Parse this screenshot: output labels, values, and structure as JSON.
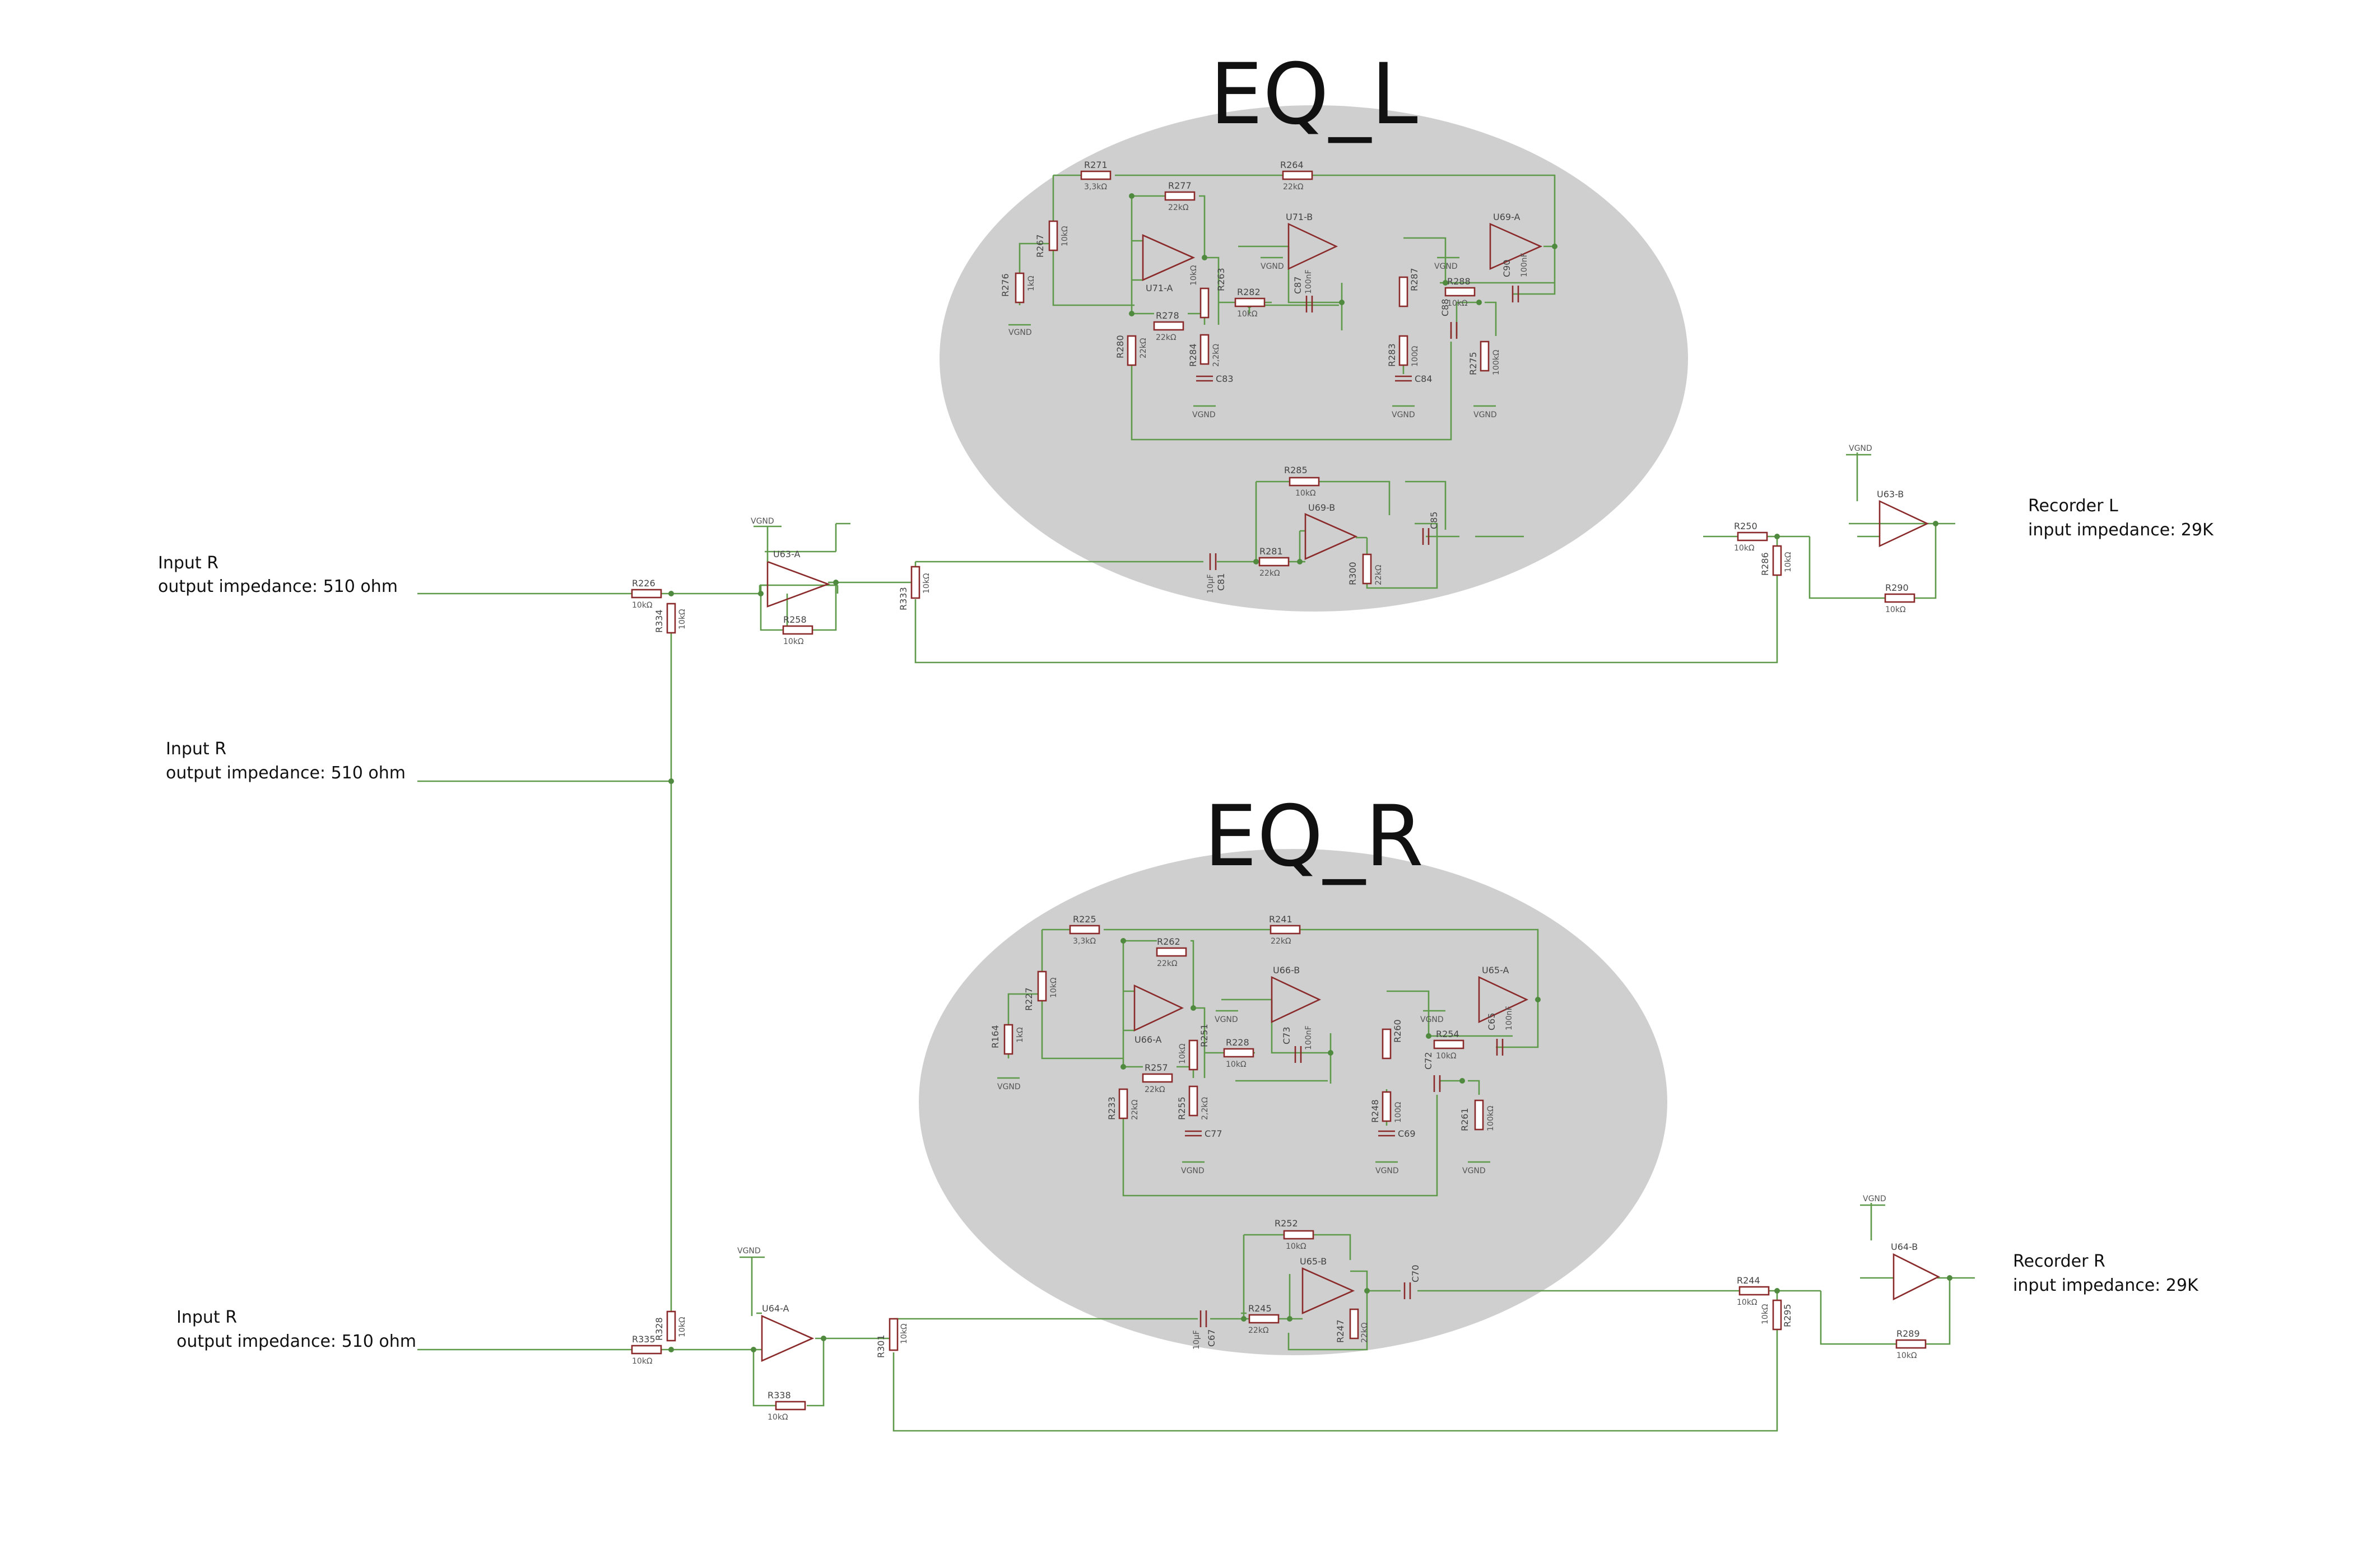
{
  "titles": {
    "eq_l": "EQ_L",
    "eq_r": "EQ_R"
  },
  "io": {
    "in_top_name": "Input R",
    "in_top_imp": "output impedance: 510 ohm",
    "in_mid_name": "Input R",
    "in_mid_imp": "output impedance: 510 ohm",
    "in_bot_name": "Input R",
    "in_bot_imp": "output impedance: 510 ohm",
    "out_l_name": "Recorder L",
    "out_l_imp": "input impedance: 29K",
    "out_r_name": "Recorder R",
    "out_r_imp": "input impedance: 29K"
  },
  "net": {
    "vgnd": "VGND"
  },
  "chain_l": {
    "R226": "R226",
    "R226_v": "10kΩ",
    "R334": "R334",
    "R334_v": "10kΩ",
    "U63A": "U63-A",
    "R258": "R258",
    "R258_v": "10kΩ",
    "R333": "R333",
    "R333_v": "10kΩ",
    "C81": "C81",
    "C81_v": "10µF",
    "R281": "R281",
    "R281_v": "22kΩ",
    "U69B": "U69-B",
    "R285": "R285",
    "R285_v": "10kΩ",
    "R300": "R300",
    "R300_v": "22kΩ",
    "C85": "C85",
    "R250": "R250",
    "R250_v": "10kΩ",
    "R286": "R286",
    "R286_v": "10kΩ",
    "U63B": "U63-B",
    "R290": "R290",
    "R290_v": "10kΩ"
  },
  "eq_l": {
    "R271": "R271",
    "R271_v": "3,3kΩ",
    "R264": "R264",
    "R264_v": "22kΩ",
    "R277": "R277",
    "R277_v": "22kΩ",
    "R267": "R267",
    "R267_v": "10kΩ",
    "R276": "R276",
    "R276_v": "1kΩ",
    "U71A": "U71-A",
    "U71B": "U71-B",
    "U69A": "U69-A",
    "R263": "R263",
    "R263_v": "10kΩ",
    "R282": "R282",
    "R282_v": "10kΩ",
    "C87": "C87",
    "C87_v": "100nF",
    "R287": "R287",
    "R288": "R288",
    "R288_v": "10kΩ",
    "C90": "C90",
    "C90_v": "100nF",
    "R278": "R278",
    "R278_v": "22kΩ",
    "R280": "R280",
    "R280_v": "22kΩ",
    "R284": "R284",
    "R284_v": "2,2kΩ",
    "C83": "C83",
    "R283": "R283",
    "R283_v": "100Ω",
    "C84": "C84",
    "C88": "C88",
    "R275": "R275",
    "R275_v": "100kΩ"
  },
  "chain_r": {
    "R335": "R335",
    "R335_v": "10kΩ",
    "R328": "R328",
    "R328_v": "10kΩ",
    "U64A": "U64-A",
    "R338": "R338",
    "R338_v": "10kΩ",
    "R301": "R301",
    "R301_v": "10kΩ",
    "C67": "C67",
    "C67_v": "10µF",
    "R245": "R245",
    "R245_v": "22kΩ",
    "U65B": "U65-B",
    "R252": "R252",
    "R252_v": "10kΩ",
    "R247": "R247",
    "R247_v": "22kΩ",
    "C70": "C70",
    "R244": "R244",
    "R244_v": "10kΩ",
    "R295": "R295",
    "R295_v": "10kΩ",
    "U64B": "U64-B",
    "R289": "R289",
    "R289_v": "10kΩ"
  },
  "eq_r": {
    "R225": "R225",
    "R225_v": "3,3kΩ",
    "R241": "R241",
    "R241_v": "22kΩ",
    "R262": "R262",
    "R262_v": "22kΩ",
    "R227": "R227",
    "R227_v": "10kΩ",
    "R164": "R164",
    "R164_v": "1kΩ",
    "U66A": "U66-A",
    "U66B": "U66-B",
    "U65A": "U65-A",
    "R251": "R251",
    "R251_v": "10kΩ",
    "R228": "R228",
    "R228_v": "10kΩ",
    "C73": "C73",
    "C73_v": "100nF",
    "R260": "R260",
    "R254": "R254",
    "R254_v": "10kΩ",
    "C65": "C65",
    "C65_v": "100nF",
    "R257": "R257",
    "R257_v": "22kΩ",
    "R233": "R233",
    "R233_v": "22kΩ",
    "R255": "R255",
    "R255_v": "2,2kΩ",
    "C77": "C77",
    "R248": "R248",
    "R248_v": "100Ω",
    "C69": "C69",
    "C72": "C72",
    "R261": "R261",
    "R261_v": "100kΩ"
  }
}
